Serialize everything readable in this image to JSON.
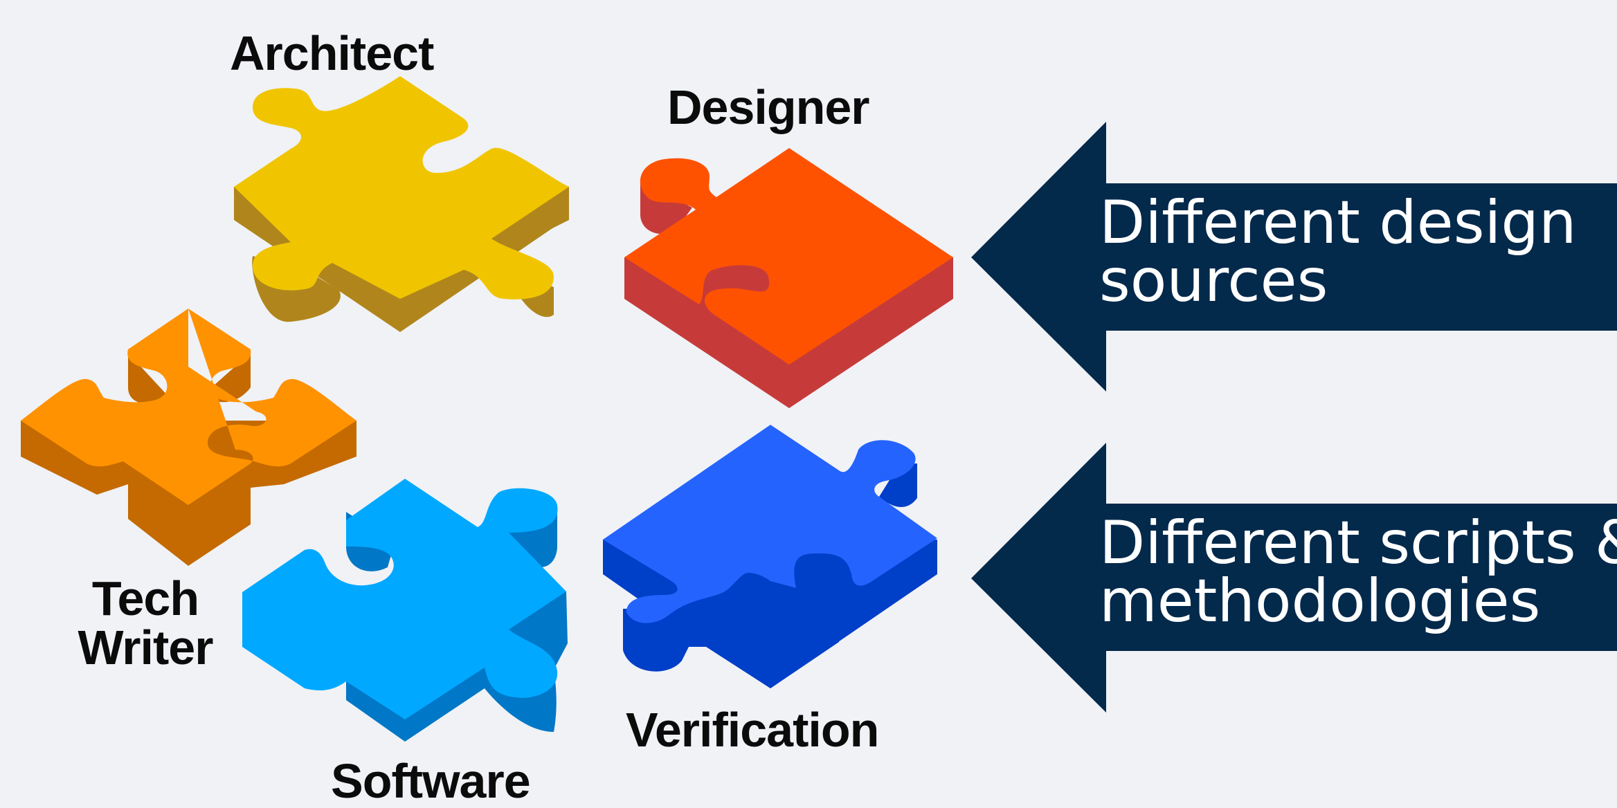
{
  "colors": {
    "background": "#f0f2f6",
    "arrow": "#03294b",
    "architect": "#f0c500",
    "designer": "#ff5200",
    "tech_writer": "#ff9200",
    "software": "#00a8ff",
    "verification": "#2563ff"
  },
  "pieces": [
    {
      "id": "architect",
      "label": "Architect",
      "icon": "puzzle-piece-icon"
    },
    {
      "id": "designer",
      "label": "Designer",
      "icon": "puzzle-piece-icon"
    },
    {
      "id": "tech_writer",
      "label_line1": "Tech",
      "label_line2": "Writer",
      "icon": "puzzle-piece-icon"
    },
    {
      "id": "software",
      "label": "Software",
      "icon": "puzzle-piece-icon"
    },
    {
      "id": "verification",
      "label": "Verification",
      "icon": "puzzle-piece-icon"
    }
  ],
  "arrows": [
    {
      "line1": "Different design",
      "line2": "sources",
      "icon": "left-arrow-icon"
    },
    {
      "line1": "Different scripts &",
      "line2": "methodologies",
      "icon": "left-arrow-icon"
    }
  ]
}
